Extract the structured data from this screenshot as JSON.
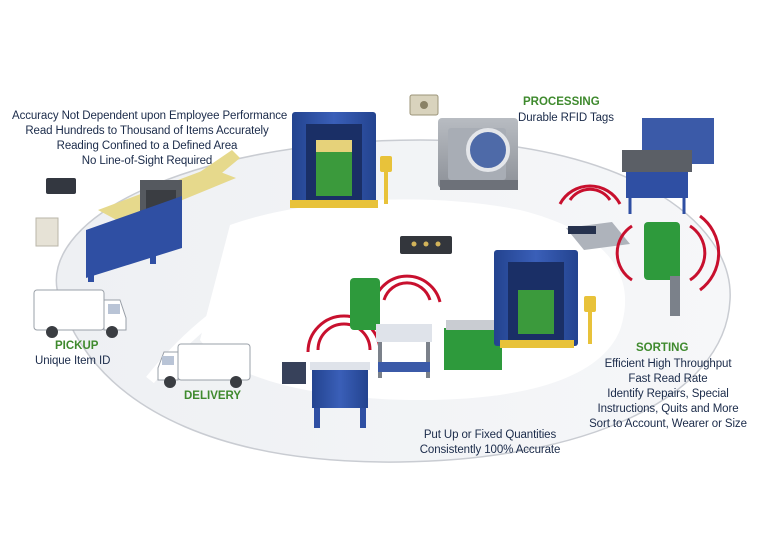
{
  "accuracy": {
    "lines": [
      "Accuracy Not Dependent upon Employee Performance",
      "Read Hundreds to Thousand of Items Accurately",
      "Reading Confined to a Defined Area",
      "No Line-of-Sight Required"
    ]
  },
  "processing": {
    "title": "PROCESSING",
    "desc": "Durable RFID Tags"
  },
  "pickup": {
    "title": "PICKUP",
    "desc": "Unique Item ID"
  },
  "delivery": {
    "title": "DELIVERY"
  },
  "sorting": {
    "title": "SORTING",
    "lines": [
      "Efficient High Throughput",
      "Fast Read Rate",
      "Identify Repairs, Special",
      "Instructions, Quits and More",
      "Sort to Account, Wearer or Size"
    ]
  },
  "quantities": {
    "lines": [
      "Put Up or Fixed Quantities",
      "Consistently 100% Accurate"
    ]
  },
  "colors": {
    "label_green": "#3f8a2e",
    "text_navy": "#1b2b4a",
    "equipment_blue": "#2f4fa3",
    "signal_red": "#c8102e",
    "garment_green": "#2e9a3c"
  }
}
